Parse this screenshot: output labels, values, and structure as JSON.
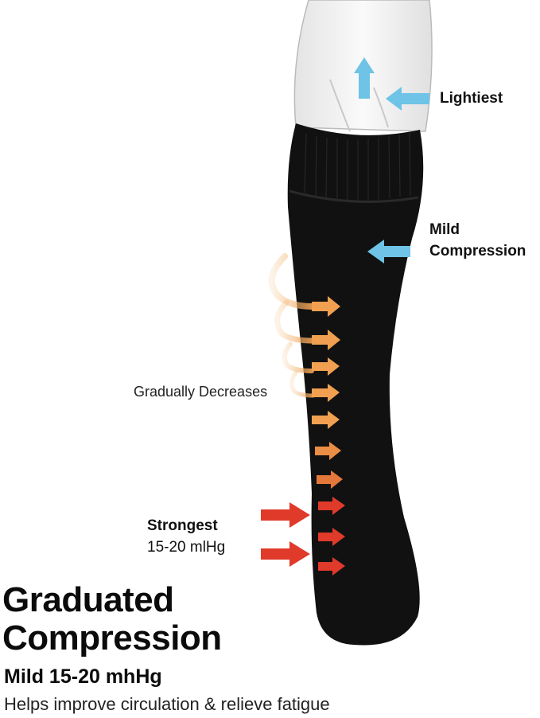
{
  "labels": {
    "lightest": "Lightiest",
    "mild_line1": "Mild",
    "mild_line2": "Compression",
    "gradually": "Gradually Decreases",
    "strongest_line1": "Strongest",
    "strongest_line2": "15-20 mlHg"
  },
  "headline": {
    "line1": "Graduated",
    "line2": "Compression"
  },
  "subhead": "Mild 15-20 mhHg",
  "tagline": "Helps improve circulation & relieve fatigue",
  "colors": {
    "sock": "#111111",
    "leg": "#f1f1f1",
    "blue_arrow": "#6ec3e6",
    "orange_arrow": "#f0a050",
    "red_arrow": "#e03a2a",
    "text": "#111111"
  },
  "icons": [
    "up-arrow-icon",
    "left-arrow-icon",
    "right-arrow-icon",
    "swoosh-arc-icon"
  ]
}
